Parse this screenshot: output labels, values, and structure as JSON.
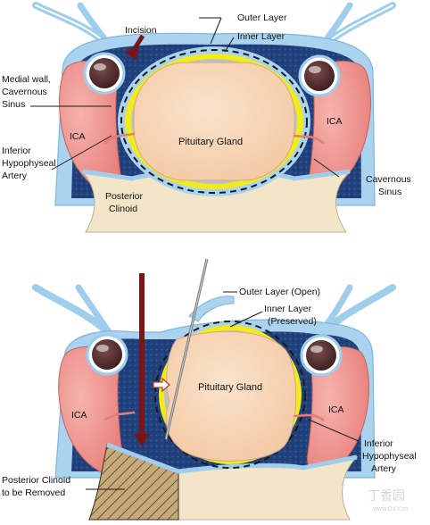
{
  "top_panel": {
    "incision": "Incision",
    "outer_layer": "Outer Layer",
    "inner_layer": "Inner Layer",
    "medial_wall": [
      "Medial wall,",
      "Cavernous",
      "Sinus"
    ],
    "ica_left": "ICA",
    "ica_right": "ICA",
    "pituitary_gland": "Pituitary Gland",
    "inferior_hypophyseal": [
      "Inferior",
      "Hypophyseal",
      "Artery"
    ],
    "posterior_clinoid": [
      "Posterior",
      "Clinoid"
    ],
    "cavernous_sinus": [
      "Cavernous",
      "Sinus"
    ]
  },
  "bottom_panel": {
    "outer_layer_open": "Outer Layer (Open)",
    "inner_layer_preserved": [
      "Inner Layer",
      "(Preserved)"
    ],
    "ica_left": "ICA",
    "ica_right": "ICA",
    "pituitary_gland": "Pituitary Gland",
    "inferior_hypophyseal": [
      "Inferior",
      "Hypophyseal",
      "Artery"
    ],
    "posterior_clinoid_removed": [
      "Posterior Clinoid",
      "to be Removed"
    ]
  },
  "watermark": {
    "name": "丁香园",
    "url": "www.DXY.cn"
  },
  "colors": {
    "dura_blue": "#a9d3ee",
    "sinus_dark": "#1f3f7a",
    "inner_yellow": "#f3ea1a",
    "gland": "#f7d5b5",
    "ica": "#ee8f8a",
    "bone": "#f3e6c8",
    "arrow": "#7a1416"
  }
}
